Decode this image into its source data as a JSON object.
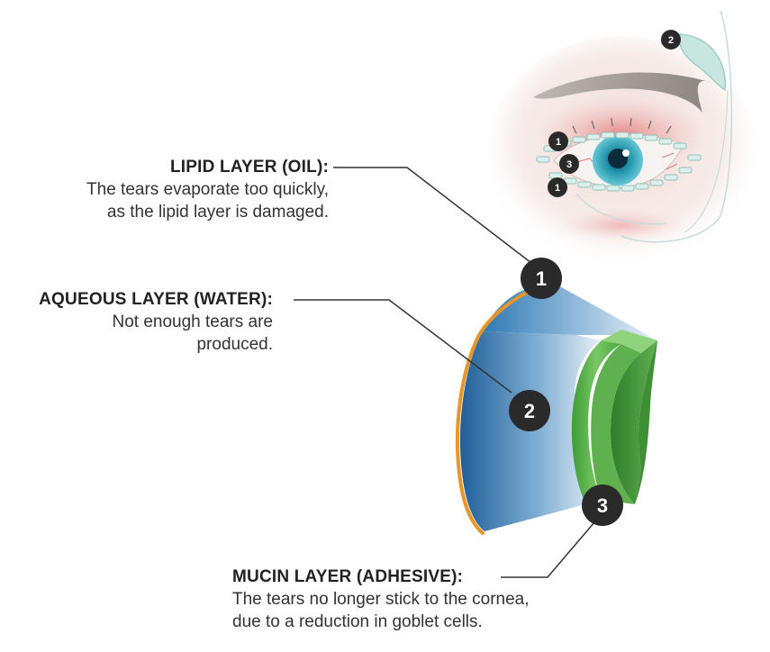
{
  "layers": [
    {
      "number": "1",
      "title": "LIPID LAYER (OIL):",
      "description": [
        "The tears evaporate too quickly,",
        "as the lipid layer is damaged."
      ]
    },
    {
      "number": "2",
      "title": "AQUEOUS LAYER (WATER):",
      "description": [
        "Not enough tears are",
        "produced."
      ]
    },
    {
      "number": "3",
      "title": "MUCIN LAYER (ADHESIVE):",
      "description": [
        "The tears no longer stick to the cornea,",
        "due to a reduction in goblet cells."
      ]
    }
  ],
  "eye_badges": [
    "1",
    "3",
    "1",
    "2"
  ],
  "colors": {
    "lipid": "#e8952a",
    "aqueous_dark": "#1f5f9a",
    "aqueous_light": "#cfe2f1",
    "mucin_light": "#7cc96a",
    "mucin_dark": "#2e7d2a",
    "badge": "#2a2a2a",
    "gland": "#c8e6e0"
  }
}
